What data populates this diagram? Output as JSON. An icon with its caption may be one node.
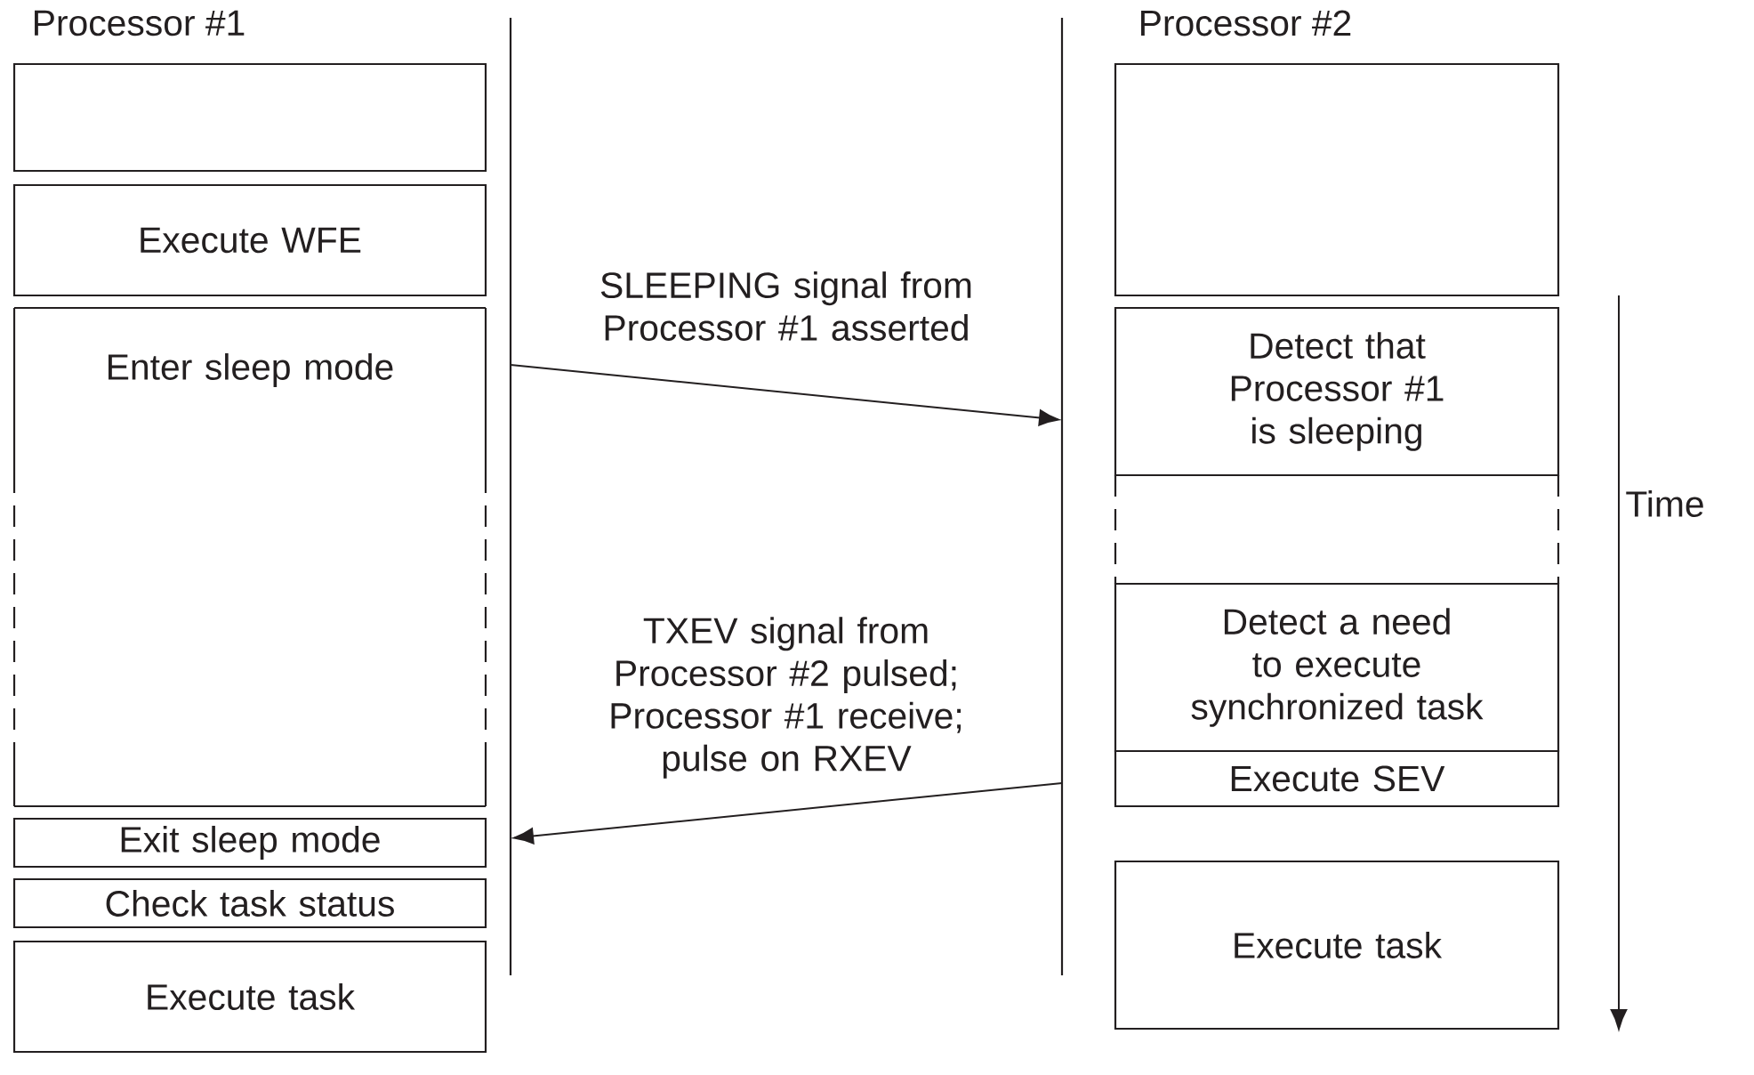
{
  "diagram": {
    "nodes": [
      {
        "text": [],
        "shape": "box"
      },
      {
        "text": [
          "Execute WFE"
        ]
      },
      {
        "text": [
          "Enter sleep mode"
        ]
      },
      {
        "text": [
          "Exit sleep mode"
        ]
      },
      {
        "text": [
          "Check task status"
        ]
      },
      {
        "text": [
          "Execute task"
        ]
      },
      {
        "text": [],
        "shape": "line"
      },
      {
        "text": [],
        "shape": "line"
      },
      {
        "text": [],
        "shape": "box"
      },
      {
        "text": [
          "Detect that Processor #1 is sleeping"
        ]
      },
      {
        "text": [],
        "shape": "box"
      },
      {
        "text": [
          "Detect a need to execute synchronized task"
        ]
      },
      {
        "text": [
          "Execute SEV"
        ]
      },
      {
        "text": [
          "Execute task"
        ]
      }
    ],
    "edges": [
      {
        "from": 6,
        "to": 7,
        "arrow": "to",
        "label": "SLEEPING signal from Processor #1 asserted"
      },
      {
        "from": 7,
        "to": 6,
        "arrow": "to",
        "label": "TXEV signal from Processor #2 pulsed; Processor #1 receive; pulse on RXEV"
      }
    ],
    "labels": [
      "Processor #1",
      "Processor #2",
      "Time"
    ]
  }
}
